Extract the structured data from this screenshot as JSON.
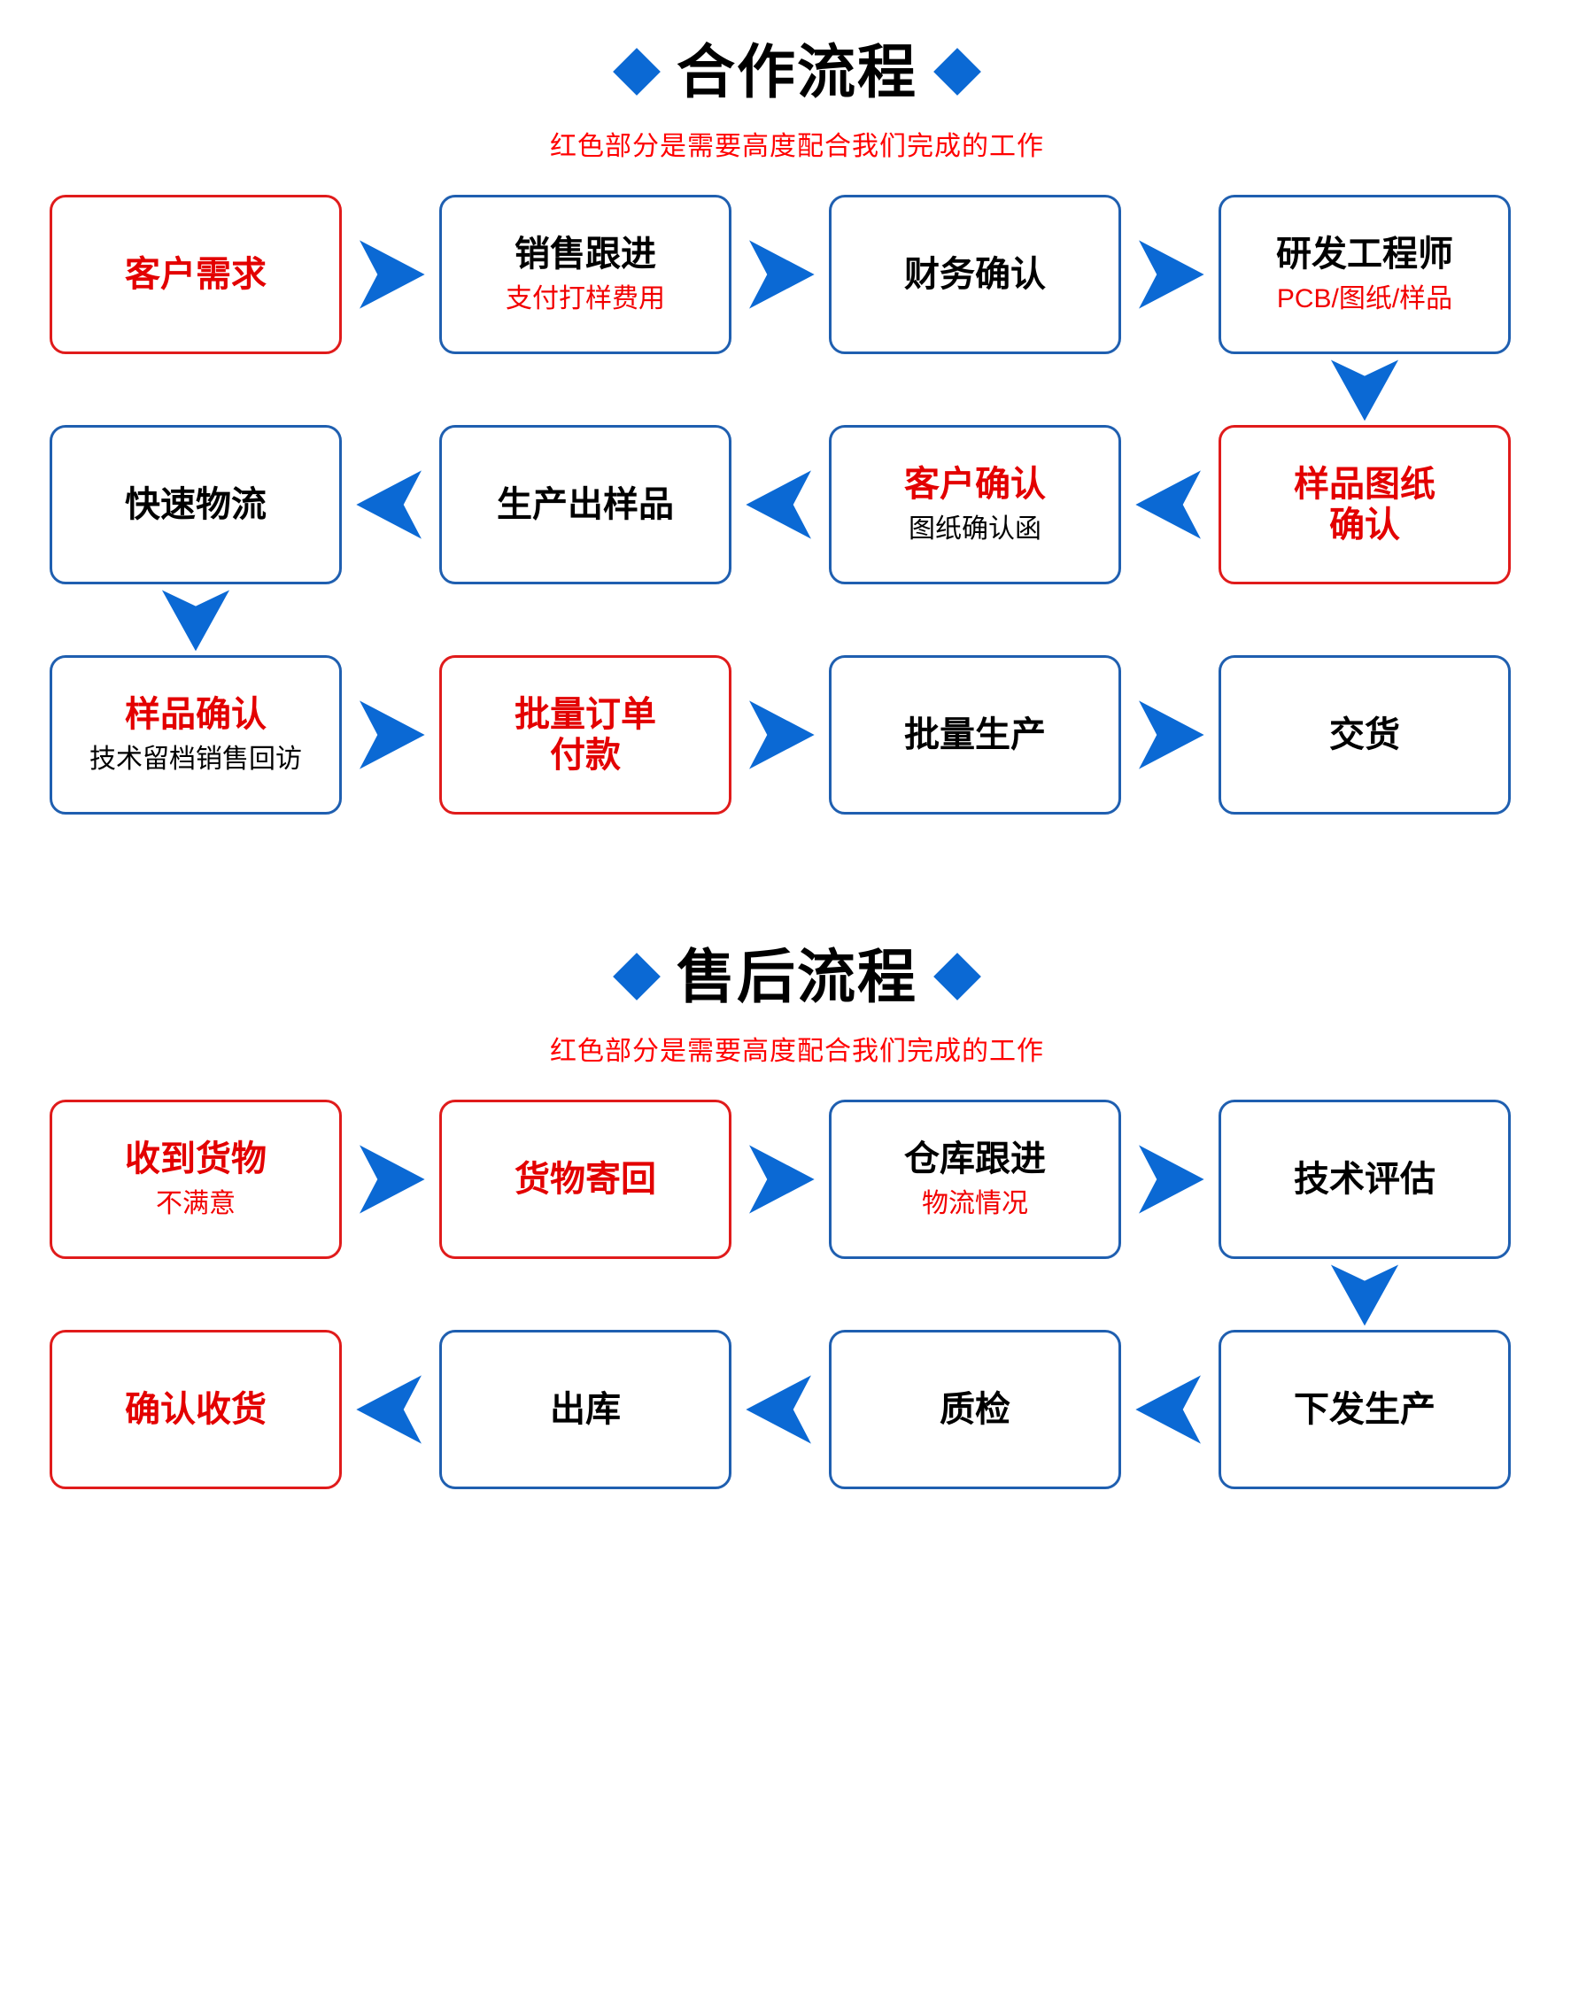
{
  "colors": {
    "blue": "#0b69d4",
    "box_blue": "#1f5fb0",
    "red": "#e30000",
    "box_red": "#e01b1b",
    "black": "#000000",
    "background": "#ffffff"
  },
  "sections": [
    {
      "id": "cooperation",
      "title": "合作流程",
      "subtitle": "红色部分是需要高度配合我们完成的工作",
      "left_diamond": "diamond-icon",
      "right_diamond": "diamond-icon",
      "rows": [
        {
          "direction": "right",
          "nodes": [
            {
              "title": "客户需求",
              "title_color": "red",
              "border": "red",
              "sub": "",
              "sub_color": ""
            },
            {
              "title": "销售跟进",
              "title_color": "black",
              "border": "blue",
              "sub": "支付打样费用",
              "sub_color": "red"
            },
            {
              "title": "财务确认",
              "title_color": "black",
              "border": "blue",
              "sub": "",
              "sub_color": ""
            },
            {
              "title": "研发工程师",
              "title_color": "black",
              "border": "blue",
              "sub": "PCB/图纸/样品",
              "sub_color": "red"
            }
          ],
          "connector_after": {
            "type": "down",
            "slot": 3
          }
        },
        {
          "direction": "left",
          "nodes": [
            {
              "title": "快速物流",
              "title_color": "black",
              "border": "blue",
              "sub": "",
              "sub_color": ""
            },
            {
              "title": "生产出样品",
              "title_color": "black",
              "border": "blue",
              "sub": "",
              "sub_color": ""
            },
            {
              "title": "客户确认",
              "title_color": "red",
              "border": "blue",
              "sub": "图纸确认函",
              "sub_color": "black"
            },
            {
              "title": "样品图纸\n确认",
              "title_color": "red",
              "border": "red",
              "sub": "",
              "sub_color": ""
            }
          ],
          "connector_after": {
            "type": "down",
            "slot": 0
          }
        },
        {
          "direction": "right",
          "nodes": [
            {
              "title": "样品确认",
              "title_color": "red",
              "border": "blue",
              "sub": "技术留档销售回访",
              "sub_color": "black"
            },
            {
              "title": "批量订单\n付款",
              "title_color": "red",
              "border": "red",
              "sub": "",
              "sub_color": ""
            },
            {
              "title": "批量生产",
              "title_color": "black",
              "border": "blue",
              "sub": "",
              "sub_color": ""
            },
            {
              "title": "交货",
              "title_color": "black",
              "border": "blue",
              "sub": "",
              "sub_color": ""
            }
          ],
          "connector_after": null
        }
      ]
    },
    {
      "id": "after-sales",
      "title": "售后流程",
      "subtitle": "红色部分是需要高度配合我们完成的工作",
      "left_diamond": "diamond-icon",
      "right_diamond": "diamond-icon",
      "rows": [
        {
          "direction": "right",
          "nodes": [
            {
              "title": "收到货物",
              "title_color": "red",
              "border": "red",
              "sub": "不满意",
              "sub_color": "red"
            },
            {
              "title": "货物寄回",
              "title_color": "red",
              "border": "red",
              "sub": "",
              "sub_color": ""
            },
            {
              "title": "仓库跟进",
              "title_color": "black",
              "border": "blue",
              "sub": "物流情况",
              "sub_color": "red"
            },
            {
              "title": "技术评估",
              "title_color": "black",
              "border": "blue",
              "sub": "",
              "sub_color": ""
            }
          ],
          "connector_after": {
            "type": "down",
            "slot": 3
          }
        },
        {
          "direction": "left",
          "nodes": [
            {
              "title": "确认收货",
              "title_color": "red",
              "border": "red",
              "sub": "",
              "sub_color": ""
            },
            {
              "title": "出库",
              "title_color": "black",
              "border": "blue",
              "sub": "",
              "sub_color": ""
            },
            {
              "title": "质检",
              "title_color": "black",
              "border": "blue",
              "sub": "",
              "sub_color": ""
            },
            {
              "title": "下发生产",
              "title_color": "black",
              "border": "blue",
              "sub": "",
              "sub_color": ""
            }
          ],
          "connector_after": null
        }
      ]
    }
  ]
}
